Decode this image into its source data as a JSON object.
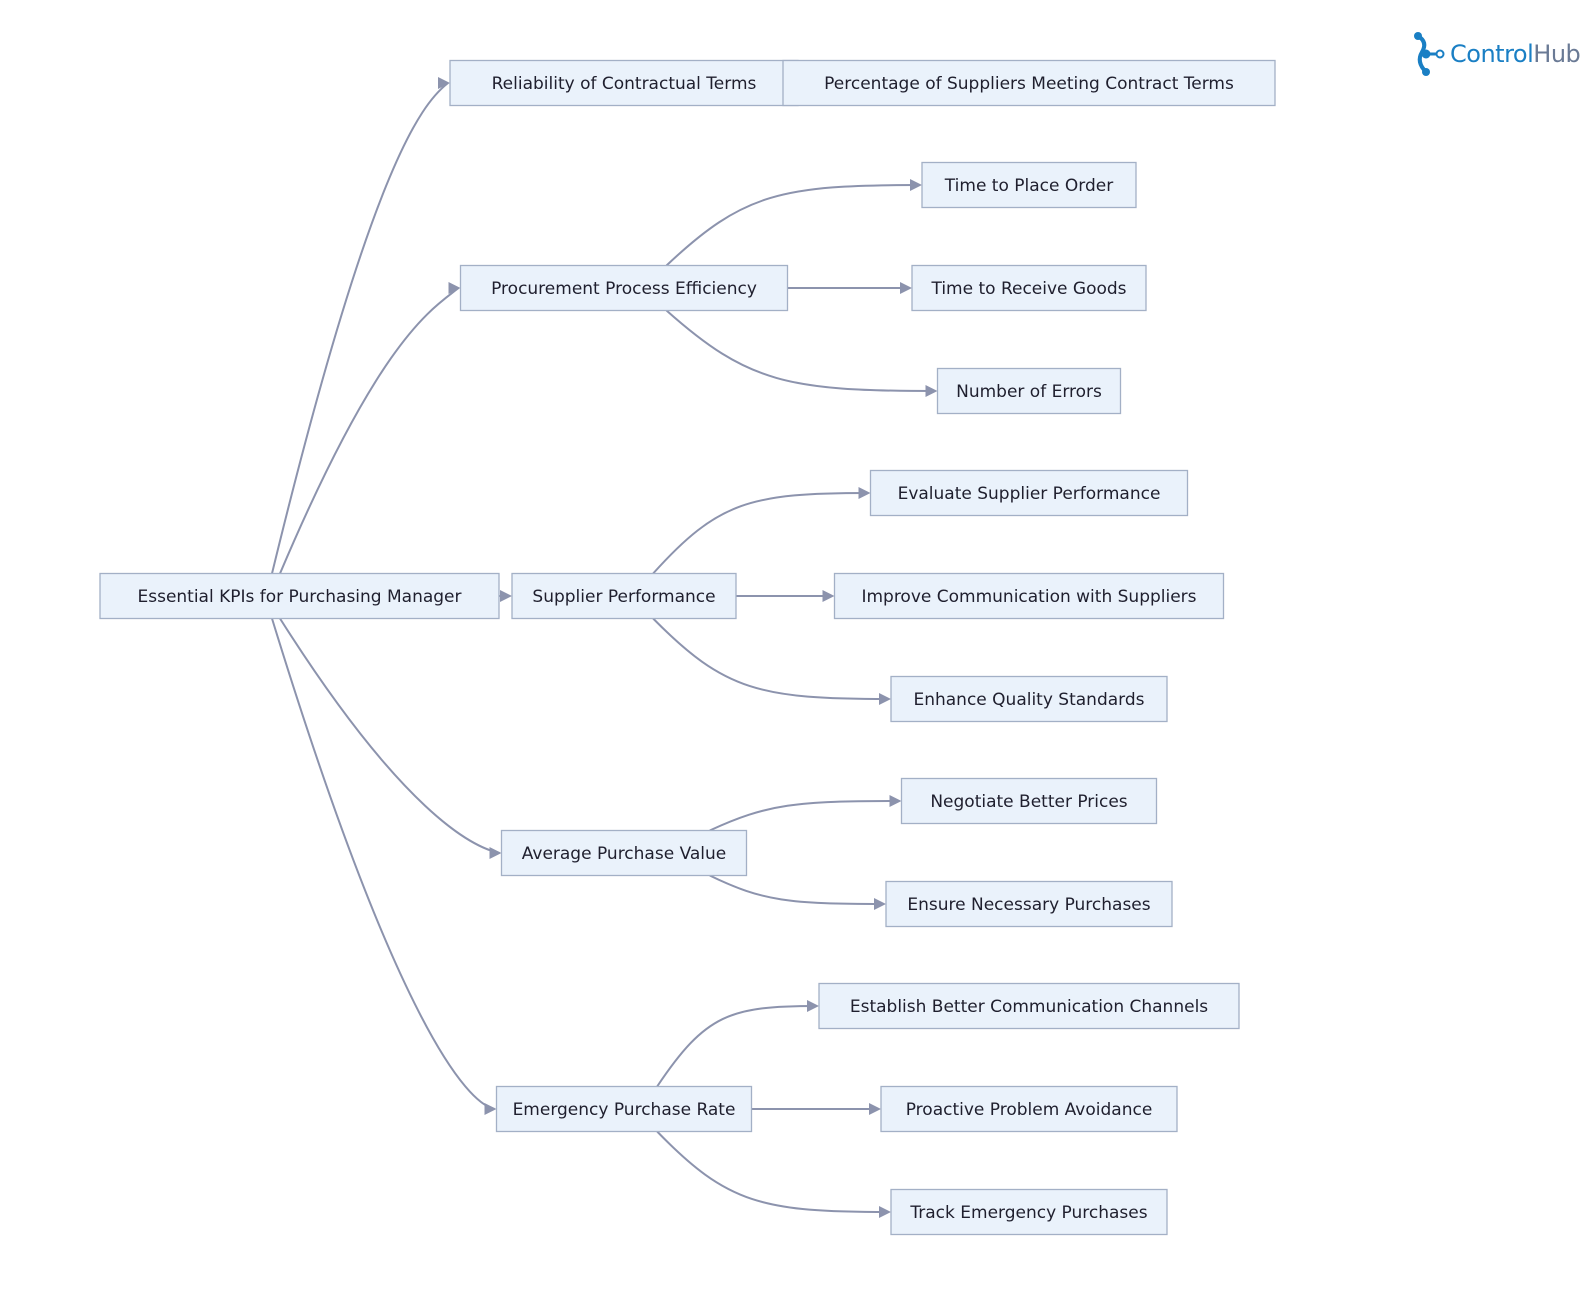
{
  "brand": {
    "name_part1": "Control",
    "name_part2": "Hub",
    "color_primary": "#1a7fc4",
    "color_secondary": "#6a7a95",
    "icon": "network-node-icon"
  },
  "diagram": {
    "colors": {
      "node_fill": "#eaf2fb",
      "node_border": "#a3b0c6",
      "edge": "#8c93ad",
      "text": "#1f1f2e"
    },
    "root": "Essential KPIs for Purchasing Manager",
    "branches": [
      {
        "label": "Reliability of Contractual Terms",
        "children": [
          "Percentage of Suppliers Meeting Contract Terms"
        ]
      },
      {
        "label": "Procurement Process Efficiency",
        "children": [
          "Time to Place Order",
          "Time to Receive Goods",
          "Number of Errors"
        ]
      },
      {
        "label": "Supplier Performance",
        "children": [
          "Evaluate Supplier Performance",
          "Improve Communication with Suppliers",
          "Enhance Quality Standards"
        ]
      },
      {
        "label": "Average Purchase Value",
        "children": [
          "Negotiate Better Prices",
          "Ensure Necessary Purchases"
        ]
      },
      {
        "label": "Emergency Purchase Rate",
        "children": [
          "Establish Better Communication Channels",
          "Proactive Problem Avoidance",
          "Track Emergency Purchases"
        ]
      }
    ]
  }
}
